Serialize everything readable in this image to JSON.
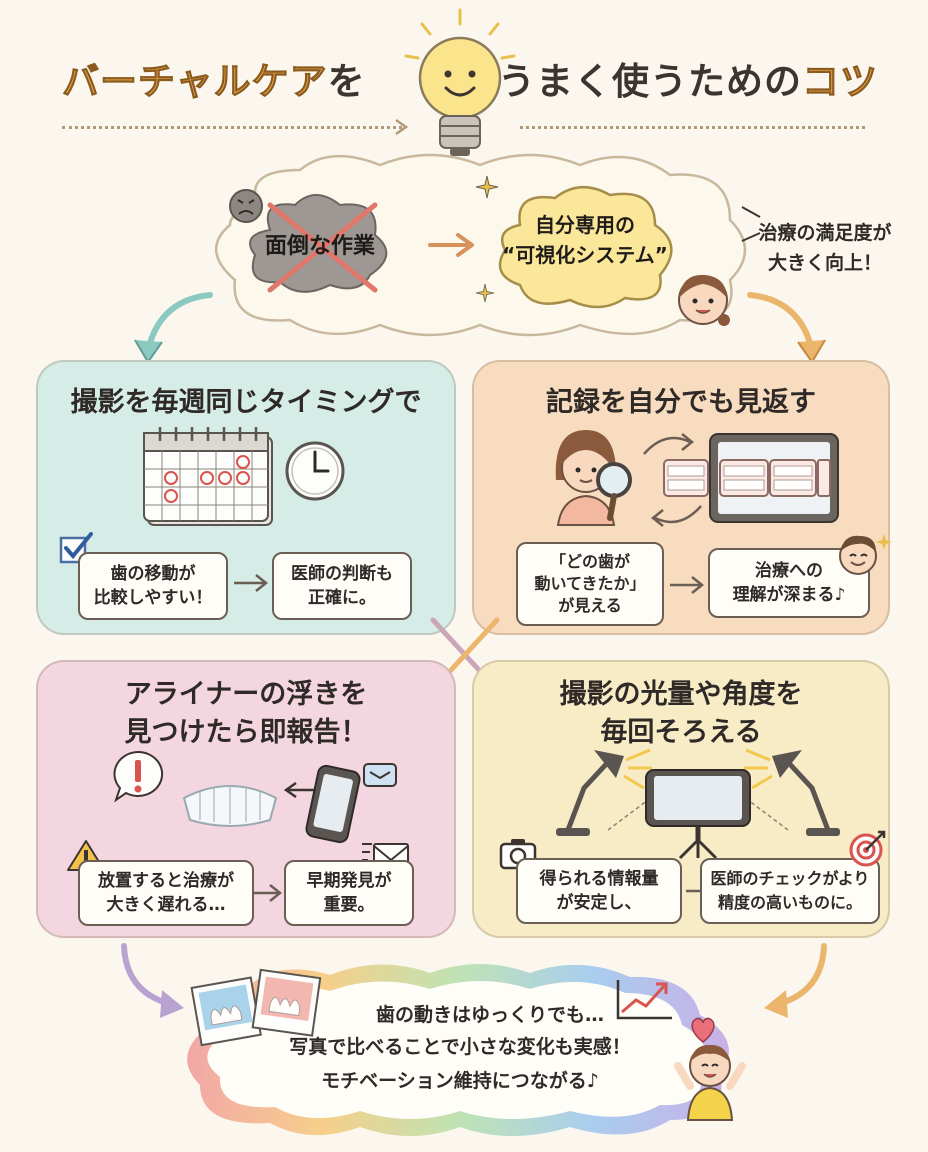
{
  "title": {
    "part1": "バーチャルケア",
    "part2": "を",
    "part3": "うまく使うための",
    "part4": "コツ"
  },
  "top": {
    "bad_label": "面倒な作業",
    "good_label": "自分専用の\n“可視化システム”",
    "result": "治療の満足度が\n大きく向上！"
  },
  "panels": {
    "p1": {
      "title": "撮影を毎週同じタイミングで",
      "note1": "歯の移動が\n比較しやすい！",
      "note2": "医師の判断も\n正確に。"
    },
    "p2": {
      "title": "記録を自分でも見返す",
      "note1": "「どの歯が\n動いてきたか」\nが見える",
      "note2": "治療への\n理解が深まる♪"
    },
    "p3": {
      "title": "アライナーの浮きを\n見つけたら即報告！",
      "note1": "放置すると治療が\n大きく遅れる…",
      "note2": "早期発見が\n重要。"
    },
    "p4": {
      "title": "撮影の光量や角度を\n毎回そろえる",
      "note1": "得られる情報量\nが安定し、",
      "note2": "医師のチェックがより\n精度の高いものに。"
    }
  },
  "bottom": {
    "line1": "歯の動きはゆっくりでも…",
    "line2": "写真で比べることで小さな変化も実感！",
    "line3": "モチベーション維持につながる♪"
  },
  "colors": {
    "panel1": "#d6ece6",
    "panel2": "#f7dcc0",
    "panel3": "#f3d6e0",
    "panel4": "#f8ecc6",
    "accent": "#e8a64a",
    "red": "#d9534f"
  },
  "icons": [
    "lightbulb-icon",
    "cloud-icon",
    "calendar-icon",
    "clock-icon",
    "checkbox-icon",
    "magnifier-icon",
    "tablet-icon",
    "tooth-icon",
    "phone-icon",
    "mail-icon",
    "warning-icon",
    "exclamation-icon",
    "lamp-icon",
    "camera-icon",
    "target-icon",
    "heart-icon",
    "chart-icon",
    "photo-icon"
  ]
}
